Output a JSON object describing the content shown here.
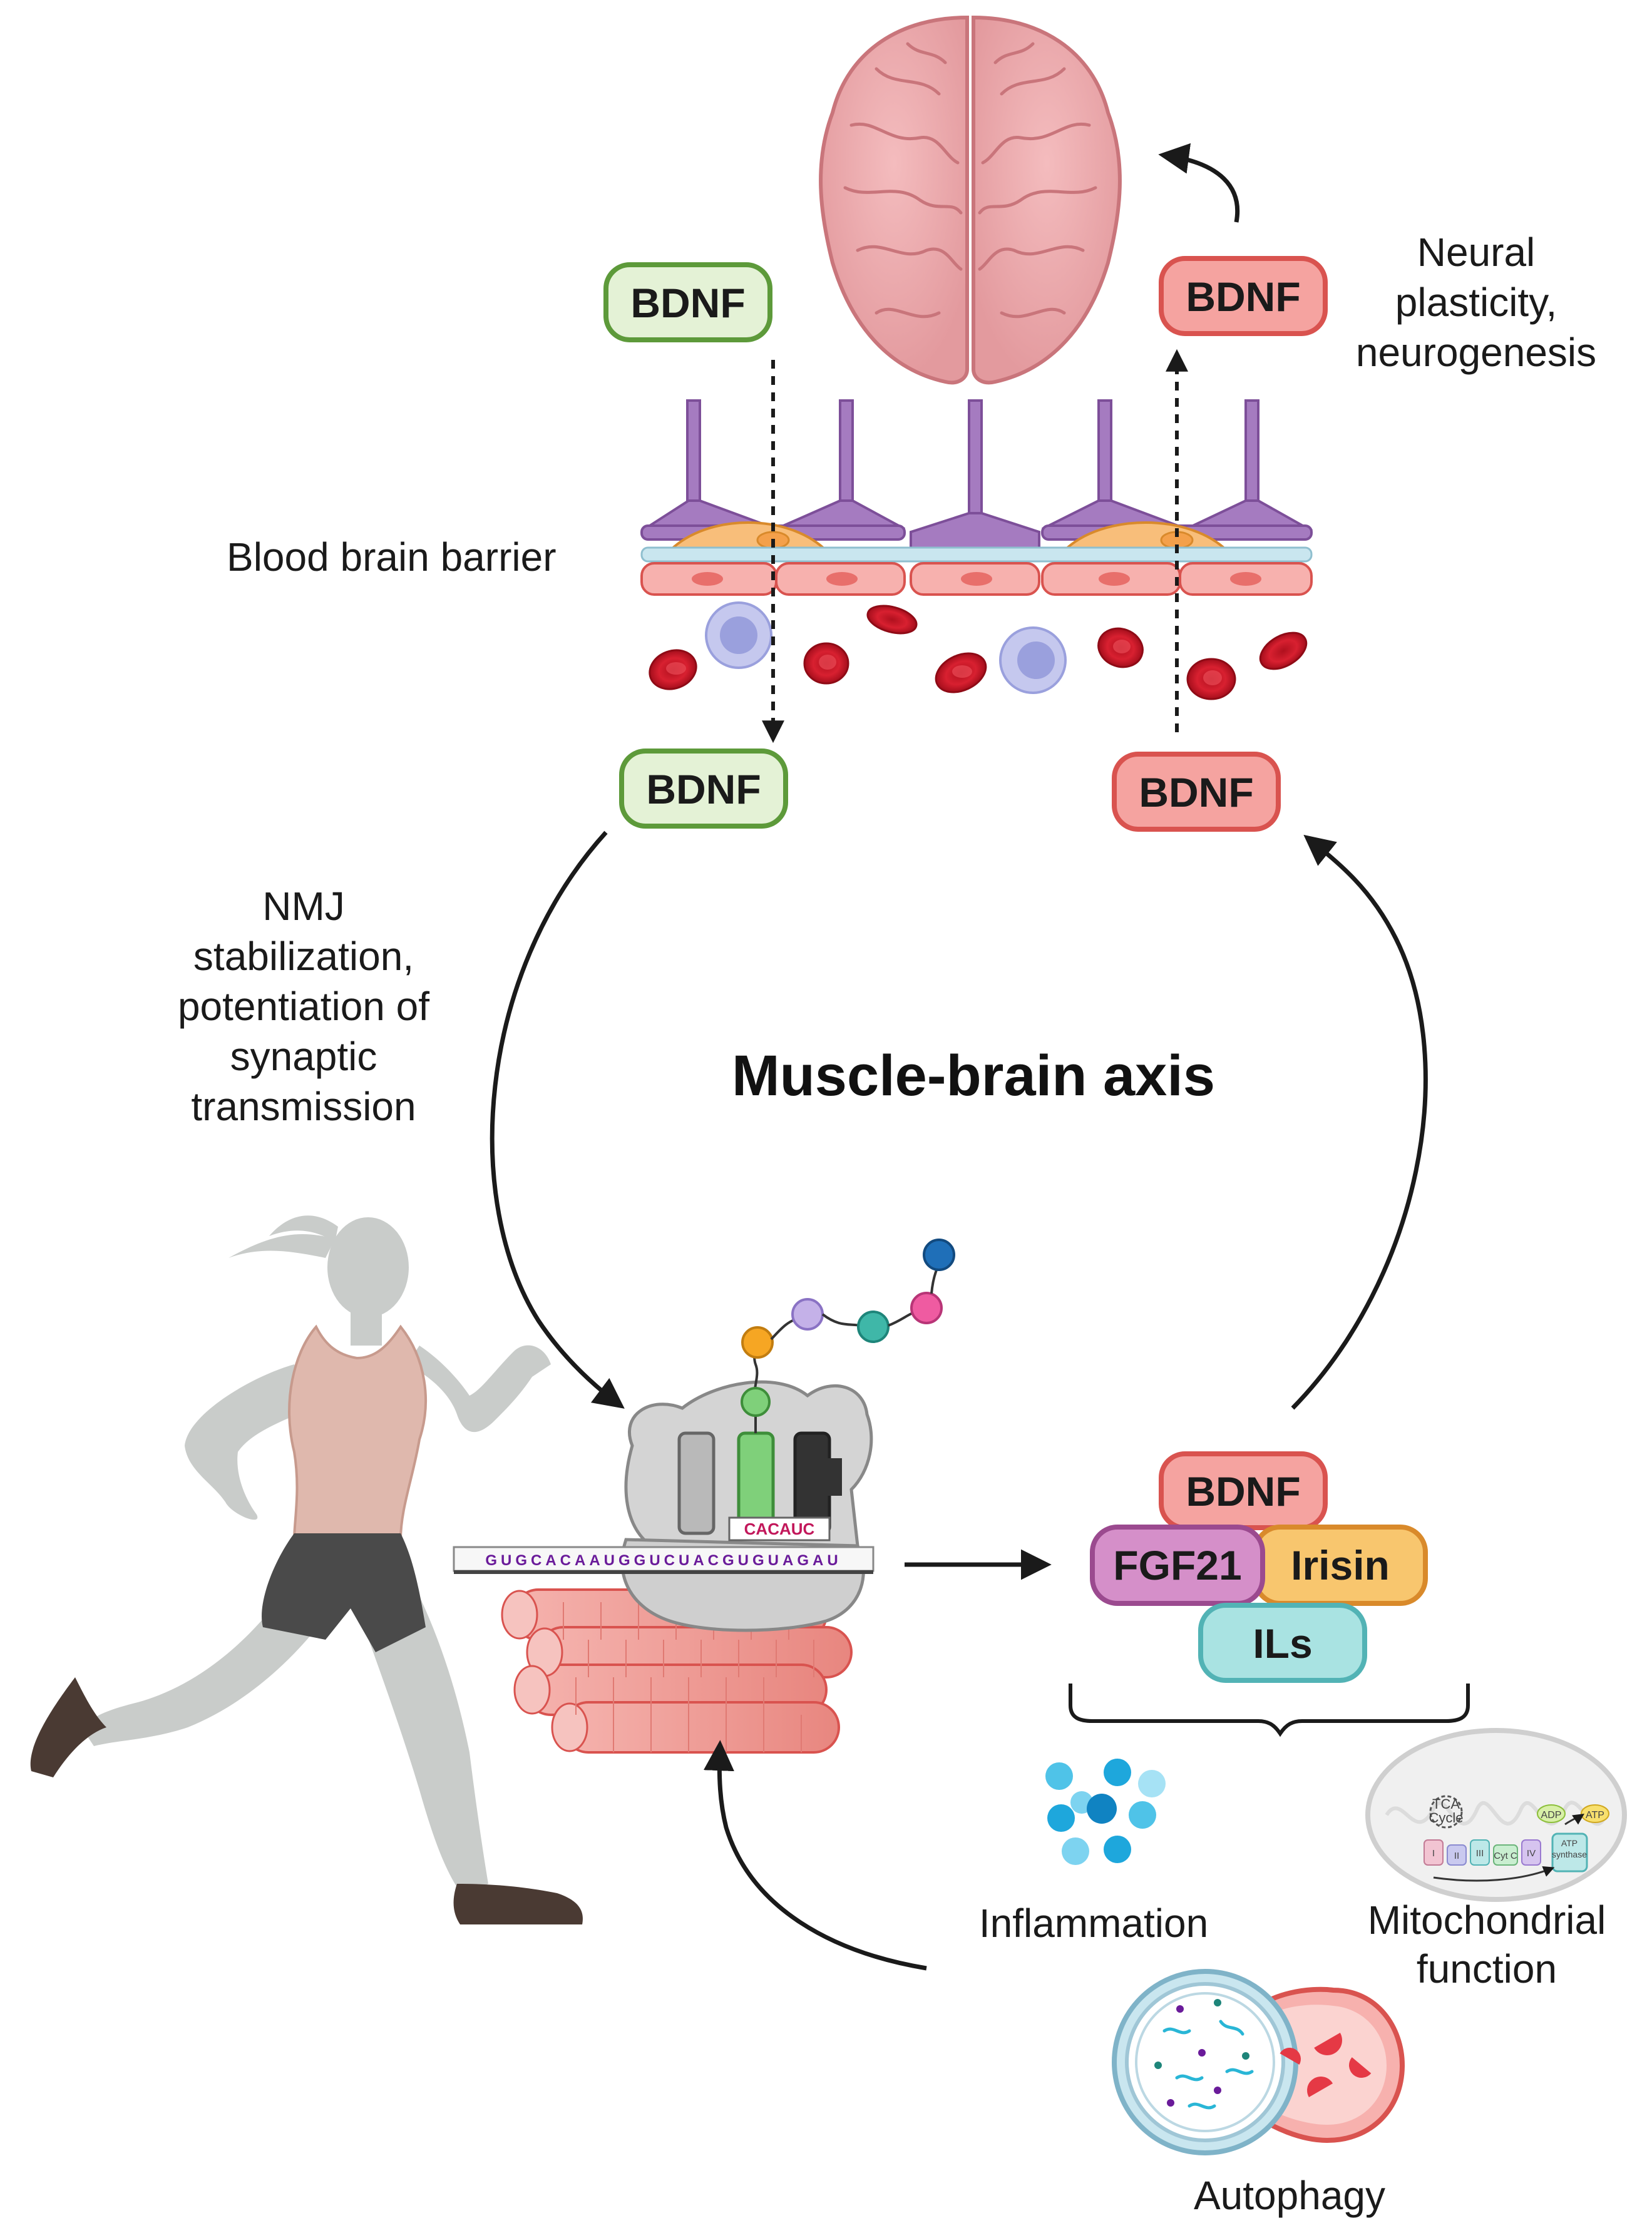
{
  "title": "Muscle-brain axis",
  "labels": {
    "bbb": "Blood brain barrier",
    "neural": [
      "Neural",
      "plasticity,",
      "neurogenesis"
    ],
    "nmj": [
      "NMJ",
      "stabilization,",
      "potentiation of",
      "synaptic",
      "transmission"
    ],
    "inflammation": "Inflammation",
    "mito": [
      "Mitochondrial",
      "function"
    ],
    "autophagy": "Autophagy"
  },
  "badges": {
    "bdnf": "BDNF",
    "fgf21": "FGF21",
    "irisin": "Irisin",
    "ils": "ILs"
  },
  "mito_icon": {
    "tca": [
      "TCA",
      "Cycle"
    ],
    "adp": "ADP",
    "atp": "ATP",
    "synthase": [
      "ATP",
      "synthase"
    ],
    "complexes": [
      "I",
      "II",
      "III",
      "Cyt C",
      "IV"
    ]
  },
  "mrna_sequence": "GUGCACAAUGGUCUACGUGUAGAU",
  "trna_anticodon": "CACAUC",
  "colors": {
    "green_fill": "#e4f2d6",
    "green_stroke": "#5d9a3a",
    "red_fill": "#f5a3a0",
    "red_stroke": "#d9534f",
    "purple_fill": "#d58fc9",
    "purple_stroke": "#9b4a8f",
    "orange_fill": "#f8c66e",
    "orange_stroke": "#d98a2b",
    "teal_fill": "#a9e3e2",
    "teal_stroke": "#52b3b5",
    "muscle": "#f2a5a0",
    "barrier_purple": "#9b6bb5"
  }
}
